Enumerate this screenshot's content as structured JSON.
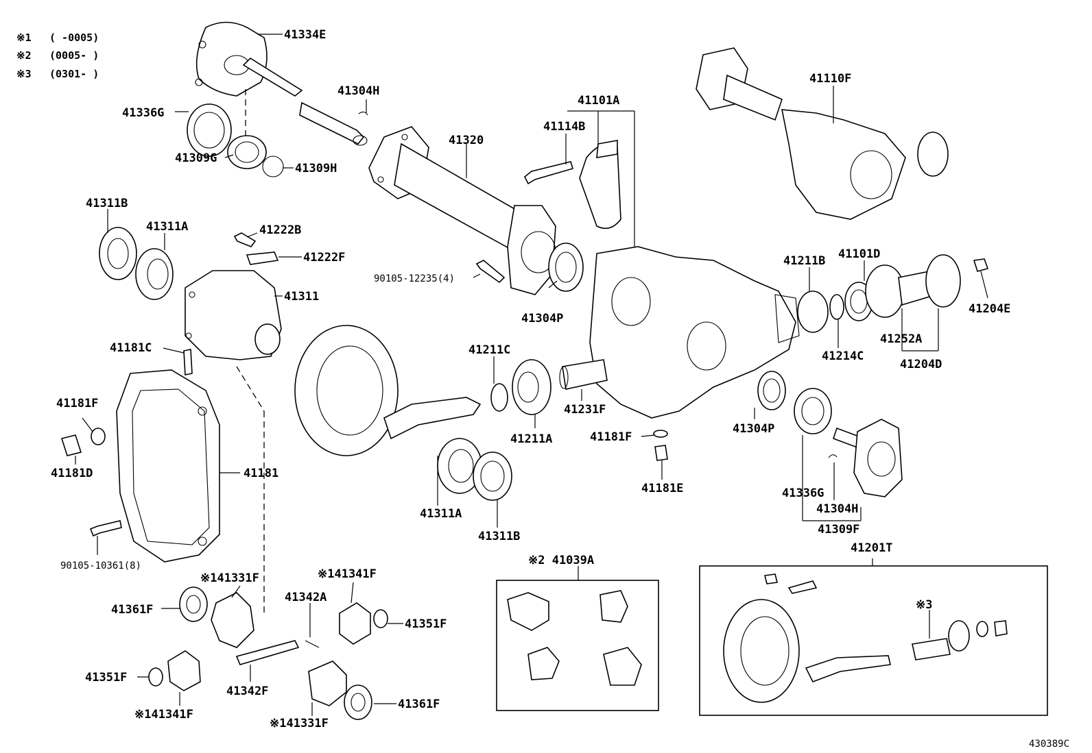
{
  "notes": [
    {
      "mark": "※1",
      "range": "(     -0005)"
    },
    {
      "mark": "※2",
      "range": "(0005-      )"
    },
    {
      "mark": "※3",
      "range": "(0301-      )"
    }
  ],
  "labels": {
    "p41334E": "41334E",
    "p41304H_top": "41304H",
    "p41336G_top": "41336G",
    "p41309G": "41309G",
    "p41309H": "41309H",
    "p41320": "41320",
    "p41101A": "41101A",
    "p41114B": "41114B",
    "p41110F": "41110F",
    "p41311B_left": "41311B",
    "p41311A_left": "41311A",
    "p41222B": "41222B",
    "p41222F": "41222F",
    "p90105_12235": "90105-12235(4)",
    "p41304P_top": "41304P",
    "p41311": "41311",
    "p41211B": "41211B",
    "p41101D": "41101D",
    "p41204E": "41204E",
    "p41181C": "41181C",
    "p41211C": "41211C",
    "p41214C": "41214C",
    "p41252A": "41252A",
    "p41204D": "41204D",
    "p41231F": "41231F",
    "p41211A": "41211A",
    "p41181F_left": "41181F",
    "p41181D": "41181D",
    "p41181": "41181",
    "p41181F_mid": "41181F",
    "p41181E": "41181E",
    "p41304P_bot": "41304P",
    "p41311A_mid": "41311A",
    "p41311B_mid": "41311B",
    "p41336G_bot": "41336G",
    "p41304H_bot": "41304H",
    "p41309F": "41309F",
    "p90105_10361": "90105-10361(8)",
    "p41039A": "※2 41039A",
    "p41201T": "41201T",
    "p41331F_top": "※141331F",
    "p41341F_top": "※141341F",
    "p41361F_left": "41361F",
    "p41342A": "41342A",
    "p41351F_right": "41351F",
    "p41351F_left": "41351F",
    "p41342F": "41342F",
    "p41361F_right": "41361F",
    "p41341F_bot": "※141341F",
    "p41331F_bot": "※141331F",
    "mark3": "※3"
  },
  "catalog_code": "430389C"
}
